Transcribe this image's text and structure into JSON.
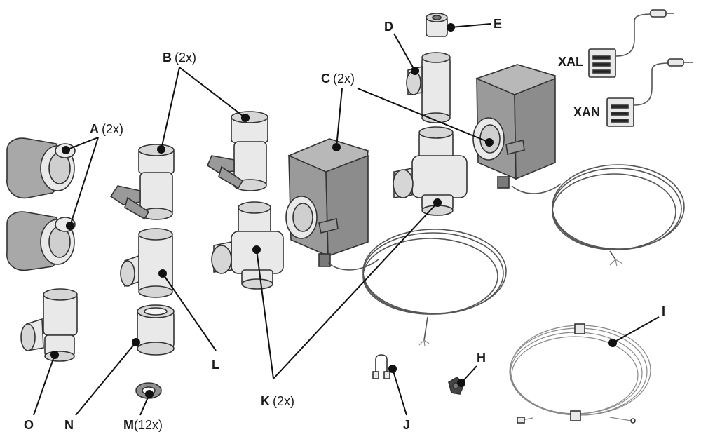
{
  "labels": {
    "A": {
      "letter": "A",
      "qty": "(2x)"
    },
    "B": {
      "letter": "B",
      "qty": "(2x)"
    },
    "C": {
      "letter": "C",
      "qty": "(2x)"
    },
    "D": {
      "letter": "D"
    },
    "E": {
      "letter": "E"
    },
    "H": {
      "letter": "H"
    },
    "I": {
      "letter": "I"
    },
    "J": {
      "letter": "J"
    },
    "K": {
      "letter": "K",
      "qty": "(2x)"
    },
    "L": {
      "letter": "L"
    },
    "M": {
      "letter": "M",
      "qty": "(12x)"
    },
    "N": {
      "letter": "N"
    },
    "O": {
      "letter": "O"
    },
    "XAL": {
      "letter": "XAL"
    },
    "XAN": {
      "letter": "XAN"
    }
  },
  "colors": {
    "line": "#111111",
    "actuator": "#9a9a9a",
    "fitting": "#e9e9e9",
    "elbow": "#a8a8a8"
  },
  "parts": [
    "elbow-fitting",
    "ball-valve",
    "valve-actuator",
    "tee-fitting",
    "nipple-fitting",
    "relay-connector",
    "cable-clamp",
    "temperature-sensor",
    "sensor-clip",
    "three-way-valve",
    "sensor-tee",
    "washer",
    "union-nut",
    "reducing-tee",
    "connector-xal",
    "connector-xan"
  ]
}
